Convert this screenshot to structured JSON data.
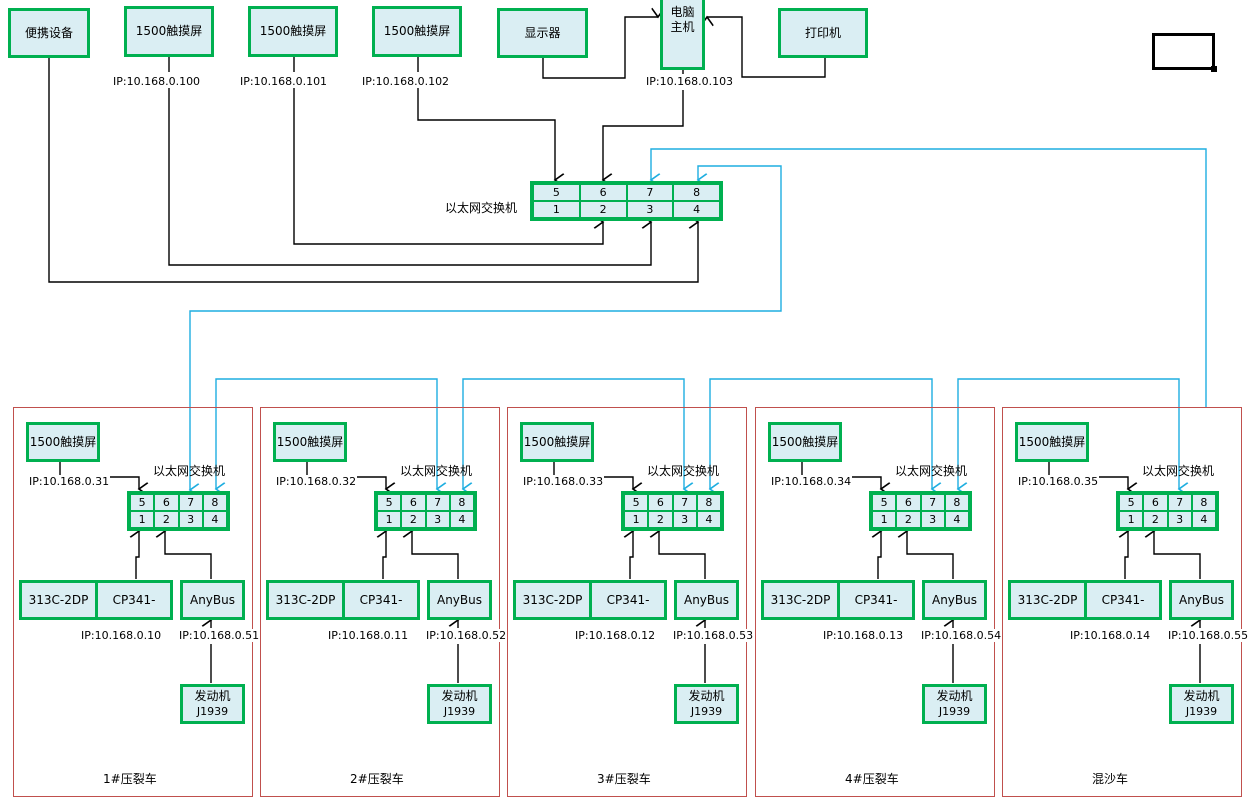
{
  "top_devices": {
    "portable": {
      "label": "便携设备"
    },
    "hmi_100": {
      "label": "1500触摸屏",
      "ip": "IP:10.168.0.100"
    },
    "hmi_101": {
      "label": "1500触摸屏",
      "ip": "IP:10.168.0.101"
    },
    "hmi_102": {
      "label": "1500触摸屏",
      "ip": "IP:10.168.0.102"
    },
    "monitor": {
      "label": "显示器"
    },
    "pc": {
      "label_line1": "电脑",
      "label_line2": "主机",
      "ip": "IP:10.168.0.103"
    },
    "printer": {
      "label": "打印机"
    }
  },
  "main_switch": {
    "label": "以太网交换机",
    "ports_top": [
      "5",
      "6",
      "7",
      "8"
    ],
    "ports_bottom": [
      "1",
      "2",
      "3",
      "4"
    ]
  },
  "panels": [
    {
      "title": "1#压裂车",
      "hmi_label": "1500触摸屏",
      "hmi_ip": "IP:10.168.0.31",
      "switch_label": "以太网交换机",
      "ports_top": [
        "5",
        "6",
        "7",
        "8"
      ],
      "ports_bottom": [
        "1",
        "2",
        "3",
        "4"
      ],
      "plc_a": "313C-2DP",
      "plc_b": "CP341-",
      "plc_ip": "IP:10.168.0.10",
      "anybus": "AnyBus",
      "anybus_ip": "IP:10.168.0.51",
      "engine_line1": "发动机",
      "engine_line2": "J1939"
    },
    {
      "title": "2#压裂车",
      "hmi_label": "1500触摸屏",
      "hmi_ip": "IP:10.168.0.32",
      "switch_label": "以太网交换机",
      "ports_top": [
        "5",
        "6",
        "7",
        "8"
      ],
      "ports_bottom": [
        "1",
        "2",
        "3",
        "4"
      ],
      "plc_a": "313C-2DP",
      "plc_b": "CP341-",
      "plc_ip": "IP:10.168.0.11",
      "anybus": "AnyBus",
      "anybus_ip": "IP:10.168.0.52",
      "engine_line1": "发动机",
      "engine_line2": "J1939"
    },
    {
      "title": "3#压裂车",
      "hmi_label": "1500触摸屏",
      "hmi_ip": "IP:10.168.0.33",
      "switch_label": "以太网交换机",
      "ports_top": [
        "5",
        "6",
        "7",
        "8"
      ],
      "ports_bottom": [
        "1",
        "2",
        "3",
        "4"
      ],
      "plc_a": "313C-2DP",
      "plc_b": "CP341-",
      "plc_ip": "IP:10.168.0.12",
      "anybus": "AnyBus",
      "anybus_ip": "IP:10.168.0.53",
      "engine_line1": "发动机",
      "engine_line2": "J1939"
    },
    {
      "title": "4#压裂车",
      "hmi_label": "1500触摸屏",
      "hmi_ip": "IP:10.168.0.34",
      "switch_label": "以太网交换机",
      "ports_top": [
        "5",
        "6",
        "7",
        "8"
      ],
      "ports_bottom": [
        "1",
        "2",
        "3",
        "4"
      ],
      "plc_a": "313C-2DP",
      "plc_b": "CP341-",
      "plc_ip": "IP:10.168.0.13",
      "anybus": "AnyBus",
      "anybus_ip": "IP:10.168.0.54",
      "engine_line1": "发动机",
      "engine_line2": "J1939"
    },
    {
      "title": "混沙车",
      "hmi_label": "1500触摸屏",
      "hmi_ip": "IP:10.168.0.35",
      "switch_label": "以太网交换机",
      "ports_top": [
        "5",
        "6",
        "7",
        "8"
      ],
      "ports_bottom": [
        "1",
        "2",
        "3",
        "4"
      ],
      "plc_a": "313C-2DP",
      "plc_b": "CP341-",
      "plc_ip": "IP:10.168.0.14",
      "anybus": "AnyBus",
      "anybus_ip": "IP:10.168.0.55",
      "engine_line1": "发动机",
      "engine_line2": "J1939"
    }
  ],
  "colors": {
    "node_fill": "#daeef3",
    "node_border": "#00b050",
    "panel_border": "#c0504d",
    "wire_black": "#000000",
    "wire_blue": "#1eaee0"
  }
}
